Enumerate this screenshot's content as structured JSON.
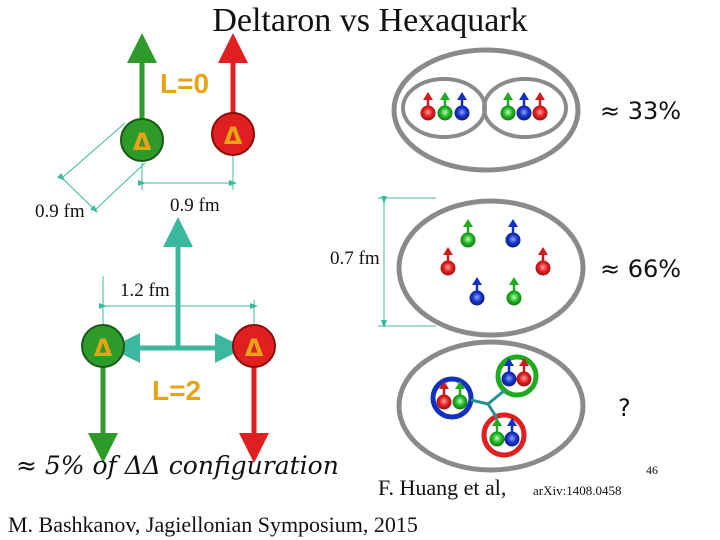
{
  "title": "Deltaron vs Hexaquark",
  "labels": {
    "l0": "L=0",
    "l2": "L=2",
    "delta": "Δ"
  },
  "distances": {
    "left_diag": "0.9 fm",
    "horizontal": "0.9 fm",
    "vertical": "0.7 fm",
    "l2_separation": "1.2 fm"
  },
  "fractions": {
    "two_clusters": "≈ 33%",
    "six_quark": "≈ 66%",
    "three_diquark": "?"
  },
  "l2_note": "≈ 5% of ΔΔ configuration",
  "citation": "F. Huang et al,",
  "arxiv": "arXiv:1408.0458",
  "slide_number": "46",
  "footer": "M. Bashkanov, Jagiellonian Symposium, 2015",
  "colors": {
    "green": "#2e9a2a",
    "red": "#e02020",
    "teal": "#3cb8a0",
    "orange": "#e8a317",
    "quark_red": "#d11a1a",
    "quark_green": "#1faa1f",
    "quark_blue": "#1030c0",
    "ellipse_stroke": "#8a8a8a"
  }
}
